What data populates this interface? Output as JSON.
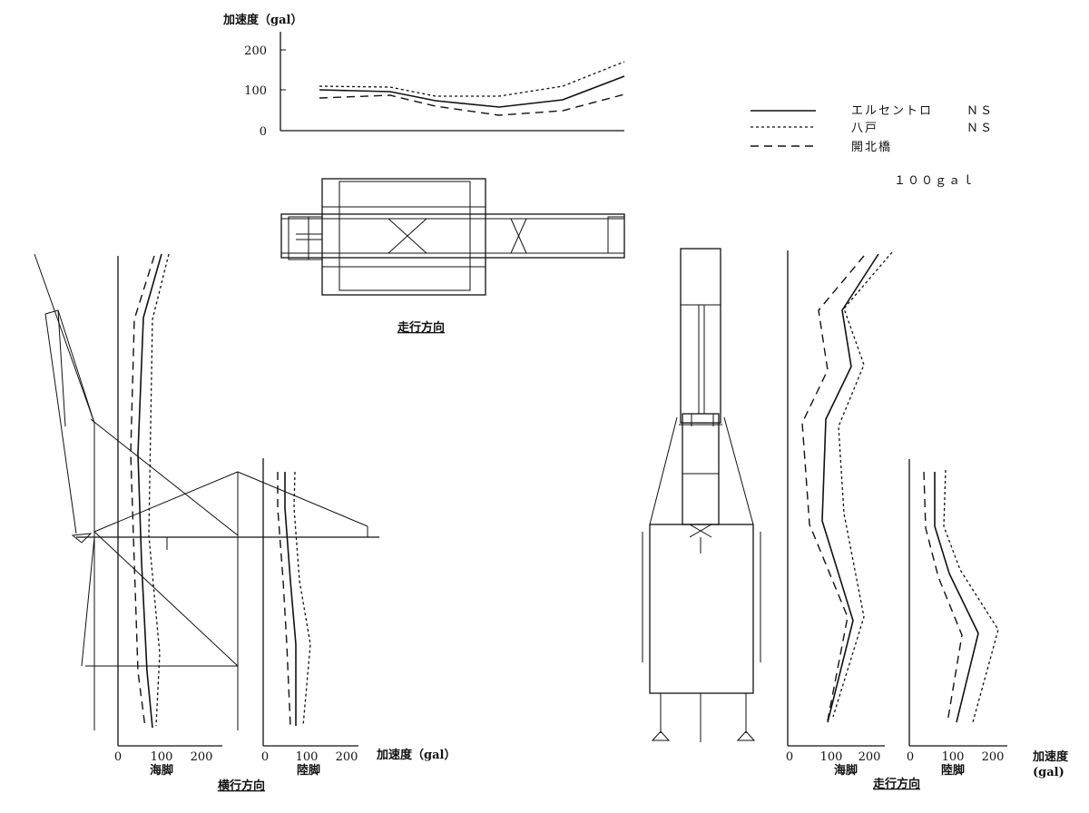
{
  "top_chart": {
    "ylabel": "加速度（gal）",
    "yticks": [
      "200",
      "100",
      "0"
    ]
  },
  "legend": {
    "items": [
      {
        "label": "エルセントロ",
        "tag": "ＮＳ",
        "style": "solid"
      },
      {
        "label": "八戸",
        "tag": "ＮＳ",
        "style": "dotted"
      },
      {
        "label": "開北橋",
        "tag": "",
        "style": "dashed"
      }
    ],
    "scale_label": "１００ｇａｌ"
  },
  "top_view_caption": "走行方向",
  "left_panel": {
    "caption": "横行方向",
    "axis_label": "加速度（gal）",
    "sea_leg": {
      "label": "海脚",
      "ticks": [
        "0",
        "100",
        "200"
      ]
    },
    "land_leg": {
      "label": "陸脚",
      "ticks": [
        "0",
        "100",
        "200"
      ]
    }
  },
  "right_panel": {
    "caption": "走行方向",
    "axis_label_line1": "加速度",
    "axis_label_line2": "(gal)",
    "sea_leg": {
      "label": "海脚",
      "ticks": [
        "0",
        "100",
        "200"
      ]
    },
    "land_leg": {
      "label": "陸脚",
      "ticks": [
        "0",
        "100",
        "200"
      ]
    }
  }
}
